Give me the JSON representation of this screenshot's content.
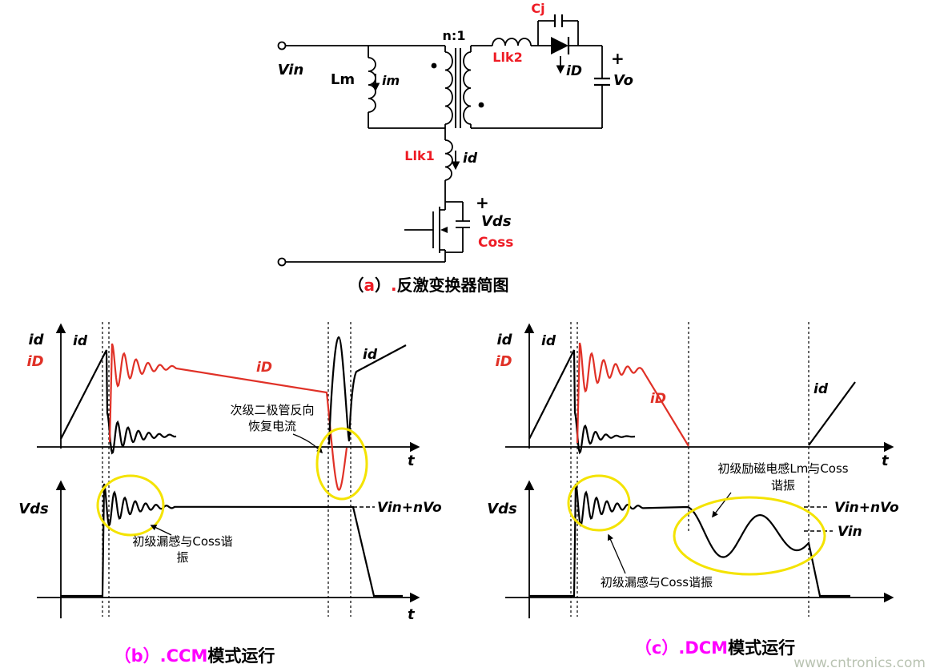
{
  "colors": {
    "circuit_red": "#ee1c25",
    "wave_red": "#e03127",
    "magenta": "#ff00ff",
    "highlight_yellow": "#f4e300",
    "watermark": "#b9c3b2",
    "black": "#000000"
  },
  "circuit": {
    "vin": "Vin",
    "lm": "Lm",
    "im": "im",
    "ratio": "n:1",
    "llk2": "Llk2",
    "cj": "Cj",
    "i_diode": "iD",
    "plus_out": "+",
    "vo": "Vo",
    "llk1": "Llk1",
    "i_switch": "id",
    "plus_ds": "+",
    "vds": "Vds",
    "coss": "Coss"
  },
  "caption_a": {
    "open": "（",
    "letter": "a",
    "close": "）",
    "dot": ".",
    "text": "反激变换器简图"
  },
  "panel_ccm": {
    "id_label": "id",
    "iD_label": "iD",
    "t_label": "t",
    "vds_label": "Vds",
    "level_label": "Vin+nVo",
    "ann_recovery_line1": "次级二极管反向",
    "ann_recovery_line2": "恢复电流",
    "ann_resonance_line1": "初级漏感与Coss谐",
    "ann_resonance_line2": "振"
  },
  "panel_dcm": {
    "id_label": "id",
    "iD_label": "iD",
    "t_label": "t",
    "vds_label": "Vds",
    "level_label_top": "Vin+nVo",
    "level_label_bottom": "Vin",
    "ann_lm_line1": "初级励磁电感Lm与Coss",
    "ann_lm_line2": "谐振",
    "ann_leakage": "初级漏感与Coss谐振"
  },
  "caption_b": {
    "open": "（",
    "letter": "b",
    "close": "）",
    "dot": ".",
    "mode": "CCM",
    "text": "模式运行"
  },
  "caption_c": {
    "open": "（",
    "letter": "c",
    "close": "）",
    "dot": ".",
    "mode": "DCM",
    "text": "模式运行"
  },
  "watermark": "www.cntronics.com"
}
